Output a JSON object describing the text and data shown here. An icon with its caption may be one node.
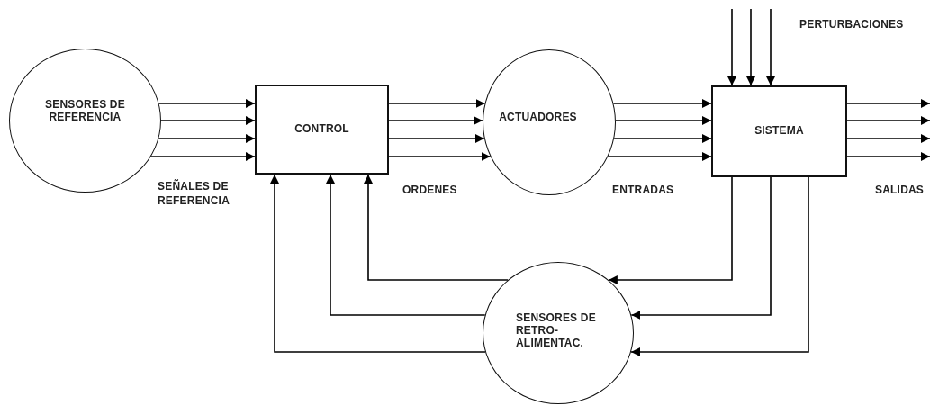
{
  "diagram": {
    "nodes": [
      {
        "text": [
          "SENSORES DE REFERENCIA"
        ]
      },
      {
        "text": [
          "CONTROL"
        ]
      },
      {
        "text": [
          "ACTUADORES"
        ]
      },
      {
        "text": [
          "SISTEMA"
        ]
      },
      {
        "text": [
          "SENSORES DE RETRO- ALIMENTAC."
        ]
      }
    ],
    "edges": [
      {
        "from": 0,
        "to": 1,
        "arrow": "to"
      },
      {
        "from": 0,
        "to": 1,
        "arrow": "to"
      },
      {
        "from": 0,
        "to": 1,
        "arrow": "to"
      },
      {
        "from": 0,
        "to": 1,
        "arrow": "to"
      },
      {
        "from": 1,
        "to": 2,
        "arrow": "to"
      },
      {
        "from": 1,
        "to": 2,
        "arrow": "to"
      },
      {
        "from": 1,
        "to": 2,
        "arrow": "to"
      },
      {
        "from": 1,
        "to": 2,
        "arrow": "to"
      },
      {
        "from": 2,
        "to": 3,
        "arrow": "to"
      },
      {
        "from": 2,
        "to": 3,
        "arrow": "to"
      },
      {
        "from": 2,
        "to": 3,
        "arrow": "to"
      },
      {
        "from": 2,
        "to": 3,
        "arrow": "to"
      },
      {
        "from": null,
        "to": 3,
        "arrow": "to"
      },
      {
        "from": null,
        "to": 3,
        "arrow": "to"
      },
      {
        "from": null,
        "to": 3,
        "arrow": "to"
      },
      {
        "from": 3,
        "to": null,
        "arrow": "to"
      },
      {
        "from": 3,
        "to": null,
        "arrow": "to"
      },
      {
        "from": 3,
        "to": null,
        "arrow": "to"
      },
      {
        "from": 3,
        "to": null,
        "arrow": "to"
      },
      {
        "from": 3,
        "to": 4,
        "arrow": "to"
      },
      {
        "from": 3,
        "to": 4,
        "arrow": "to"
      },
      {
        "from": 3,
        "to": 4,
        "arrow": "to"
      },
      {
        "from": 4,
        "to": 1,
        "arrow": "to"
      },
      {
        "from": 4,
        "to": 1,
        "arrow": "to"
      },
      {
        "from": 4,
        "to": 1,
        "arrow": "to"
      }
    ],
    "labels": [
      "PERTURBACIONES",
      "SEÑALES DE REFERENCIA",
      "ORDENES",
      "ENTRADAS",
      "SALIDAS"
    ]
  }
}
